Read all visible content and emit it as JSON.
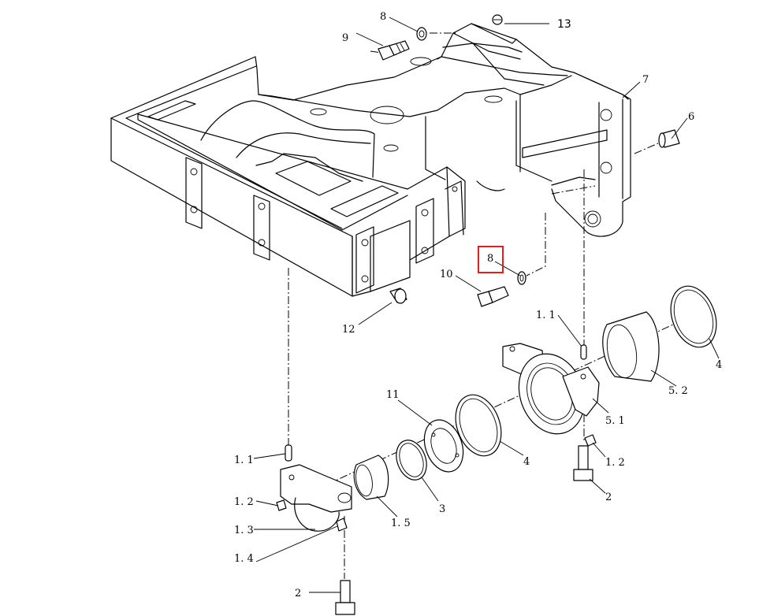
{
  "callouts": [
    {
      "id": "c-8-top",
      "text": "8"
    },
    {
      "id": "c-9",
      "text": "9"
    },
    {
      "id": "c-13",
      "text": "13"
    },
    {
      "id": "c-7",
      "text": "7"
    },
    {
      "id": "c-6",
      "text": "6"
    },
    {
      "id": "c-8-mid",
      "text": "8"
    },
    {
      "id": "c-10",
      "text": "10"
    },
    {
      "id": "c-12",
      "text": "12"
    },
    {
      "id": "c-1-1-right",
      "text": "1. 1"
    },
    {
      "id": "c-4-right",
      "text": "4"
    },
    {
      "id": "c-5-2",
      "text": "5. 2"
    },
    {
      "id": "c-5-1",
      "text": "5. 1"
    },
    {
      "id": "c-11",
      "text": "11"
    },
    {
      "id": "c-4-mid",
      "text": "4"
    },
    {
      "id": "c-1-2-right",
      "text": "1. 2"
    },
    {
      "id": "c-2-right",
      "text": "2"
    },
    {
      "id": "c-1-1-left",
      "text": "1. 1"
    },
    {
      "id": "c-1-2-left",
      "text": "1. 2"
    },
    {
      "id": "c-1-3",
      "text": "1. 3"
    },
    {
      "id": "c-1-4",
      "text": "1. 4"
    },
    {
      "id": "c-1-5",
      "text": "1. 5"
    },
    {
      "id": "c-3",
      "text": "3"
    },
    {
      "id": "c-2-bottom",
      "text": "2"
    }
  ],
  "highlight": {
    "callout": "c-8-mid",
    "color": "#e21f1f"
  }
}
